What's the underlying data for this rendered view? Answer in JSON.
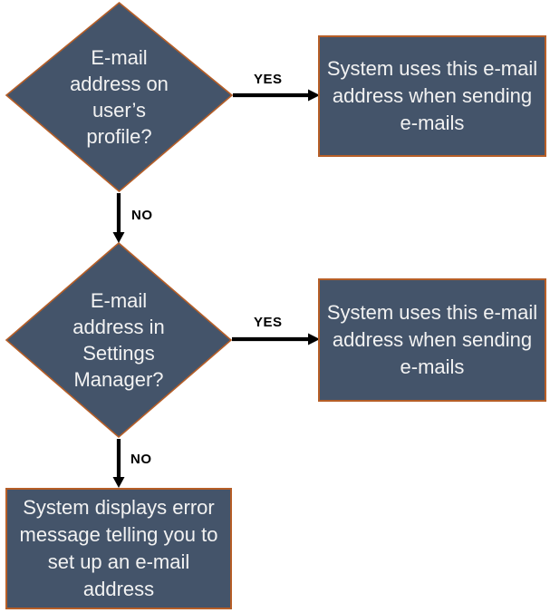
{
  "colors": {
    "background": "#FFFFFF",
    "shape_fill": "#44546A",
    "shape_border": "#B65E27",
    "arrow": "#000000",
    "shape_text": "#F2F2F2",
    "edge_label_text": "#000000"
  },
  "flowchart": {
    "type": "flowchart",
    "nodes": {
      "decision_profile": {
        "shape": "diamond",
        "text": "E-mail\naddress on\nuser’s\nprofile?"
      },
      "result_profile": {
        "shape": "rectangle",
        "text": "System uses this e-mail\naddress when sending\ne-mails"
      },
      "decision_settings": {
        "shape": "diamond",
        "text": "E-mail\naddress in\nSettings\nManager?"
      },
      "result_settings": {
        "shape": "rectangle",
        "text": "System uses this e-mail\naddress when sending\ne-mails"
      },
      "error_message": {
        "shape": "rectangle",
        "text": "System displays error\nmessage telling you to\nset up an e-mail\naddress"
      }
    },
    "edges": {
      "profile_yes": {
        "label": "YES",
        "from": "decision_profile",
        "to": "result_profile"
      },
      "profile_no": {
        "label": "NO",
        "from": "decision_profile",
        "to": "decision_settings"
      },
      "settings_yes": {
        "label": "YES",
        "from": "decision_settings",
        "to": "result_settings"
      },
      "settings_no": {
        "label": "NO",
        "from": "decision_settings",
        "to": "error_message"
      }
    }
  }
}
